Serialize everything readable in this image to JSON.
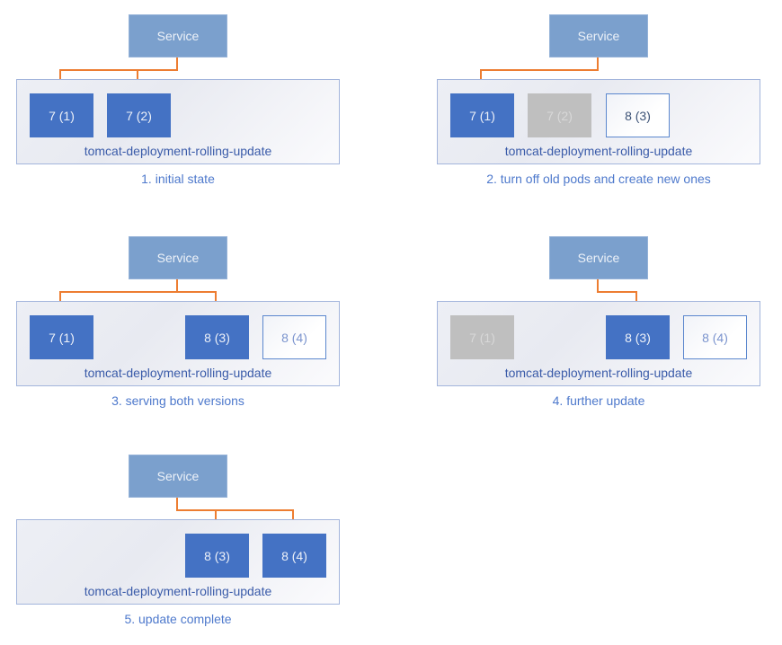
{
  "colors": {
    "service_fill": "#7BA0CD",
    "pod_running_fill": "#4472C4",
    "pod_stopped_fill": "#BFBFBF",
    "pod_new_border": "#5B87CE",
    "arrow": "#ED7D31",
    "container_border": "#A3B5DC",
    "container_label_text": "#3A5BA9",
    "caption_text": "#4E79CC"
  },
  "panels": [
    {
      "caption": "1. initial state",
      "service_label": "Service",
      "container_label": "tomcat-deployment-rolling-update",
      "pods": [
        {
          "label": "7 (1)",
          "state": "running",
          "receives_traffic": true
        },
        {
          "label": "7 (2)",
          "state": "running",
          "receives_traffic": true
        }
      ]
    },
    {
      "caption": "2. turn off old pods and create new ones",
      "service_label": "Service",
      "container_label": "tomcat-deployment-rolling-update",
      "pods": [
        {
          "label": "7 (1)",
          "state": "running",
          "receives_traffic": true
        },
        {
          "label": "7 (2)",
          "state": "stopped",
          "receives_traffic": false
        },
        {
          "label": "8 (3)",
          "state": "new",
          "receives_traffic": false
        }
      ]
    },
    {
      "caption": "3. serving both versions",
      "service_label": "Service",
      "container_label": "tomcat-deployment-rolling-update",
      "pods": [
        {
          "label": "7 (1)",
          "state": "running",
          "receives_traffic": true
        },
        {
          "label": "8 (3)",
          "state": "running",
          "receives_traffic": true
        },
        {
          "label": "8 (4)",
          "state": "new",
          "receives_traffic": false
        }
      ]
    },
    {
      "caption": "4. further update",
      "service_label": "Service",
      "container_label": "tomcat-deployment-rolling-update",
      "pods": [
        {
          "label": "7 (1)",
          "state": "stopped",
          "receives_traffic": false
        },
        {
          "label": "8 (3)",
          "state": "running",
          "receives_traffic": true
        },
        {
          "label": "8 (4)",
          "state": "new",
          "receives_traffic": false
        }
      ]
    },
    {
      "caption": "5. update complete",
      "service_label": "Service",
      "container_label": "tomcat-deployment-rolling-update",
      "pods": [
        {
          "label": "8 (3)",
          "state": "running",
          "receives_traffic": true
        },
        {
          "label": "8 (4)",
          "state": "running",
          "receives_traffic": true
        }
      ]
    }
  ]
}
